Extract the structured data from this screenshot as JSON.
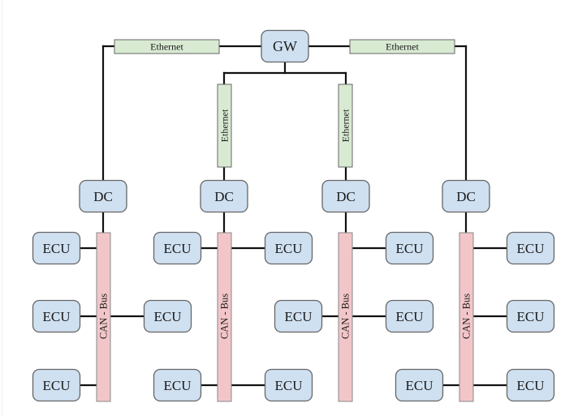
{
  "title": "Zonal vehicle network architecture",
  "colors": {
    "node_fill": "#cfe0f1",
    "node_stroke": "#666666",
    "ethernet_fill": "#d9ead3",
    "ethernet_stroke": "#666666",
    "canbus_fill": "#f2c6c9",
    "canbus_stroke": "#888888",
    "wire": "#111111"
  },
  "gateway": {
    "label": "GW"
  },
  "ethernet_links": [
    {
      "label": "Ethernet",
      "orientation": "horizontal",
      "to_domain": 0
    },
    {
      "label": "Ethernet",
      "orientation": "vertical",
      "to_domain": 1
    },
    {
      "label": "Ethernet",
      "orientation": "vertical",
      "to_domain": 2
    },
    {
      "label": "Ethernet",
      "orientation": "horizontal",
      "to_domain": 3
    }
  ],
  "domains": [
    {
      "label": "DC",
      "bus_label": "CAN - Bus",
      "ecus": [
        {
          "label": "ECU",
          "side": "left",
          "row": 0
        },
        {
          "label": "ECU",
          "side": "left",
          "row": 1
        },
        {
          "label": "ECU",
          "side": "right",
          "row": 1
        },
        {
          "label": "ECU",
          "side": "left",
          "row": 2
        }
      ]
    },
    {
      "label": "DC",
      "bus_label": "CAN - Bus",
      "ecus": [
        {
          "label": "ECU",
          "side": "left",
          "row": 0
        },
        {
          "label": "ECU",
          "side": "right",
          "row": 0
        },
        {
          "label": "ECU",
          "side": "left",
          "row": 2
        },
        {
          "label": "ECU",
          "side": "right",
          "row": 2
        }
      ]
    },
    {
      "label": "DC",
      "bus_label": "CAN - Bus",
      "ecus": [
        {
          "label": "ECU",
          "side": "right",
          "row": 0
        },
        {
          "label": "ECU",
          "side": "left",
          "row": 1
        },
        {
          "label": "ECU",
          "side": "right",
          "row": 1
        }
      ]
    },
    {
      "label": "DC",
      "bus_label": "CAN - Bus",
      "ecus": [
        {
          "label": "ECU",
          "side": "right",
          "row": 0
        },
        {
          "label": "ECU",
          "side": "right",
          "row": 1
        },
        {
          "label": "ECU",
          "side": "left",
          "row": 2
        },
        {
          "label": "ECU",
          "side": "right",
          "row": 2
        }
      ]
    }
  ]
}
